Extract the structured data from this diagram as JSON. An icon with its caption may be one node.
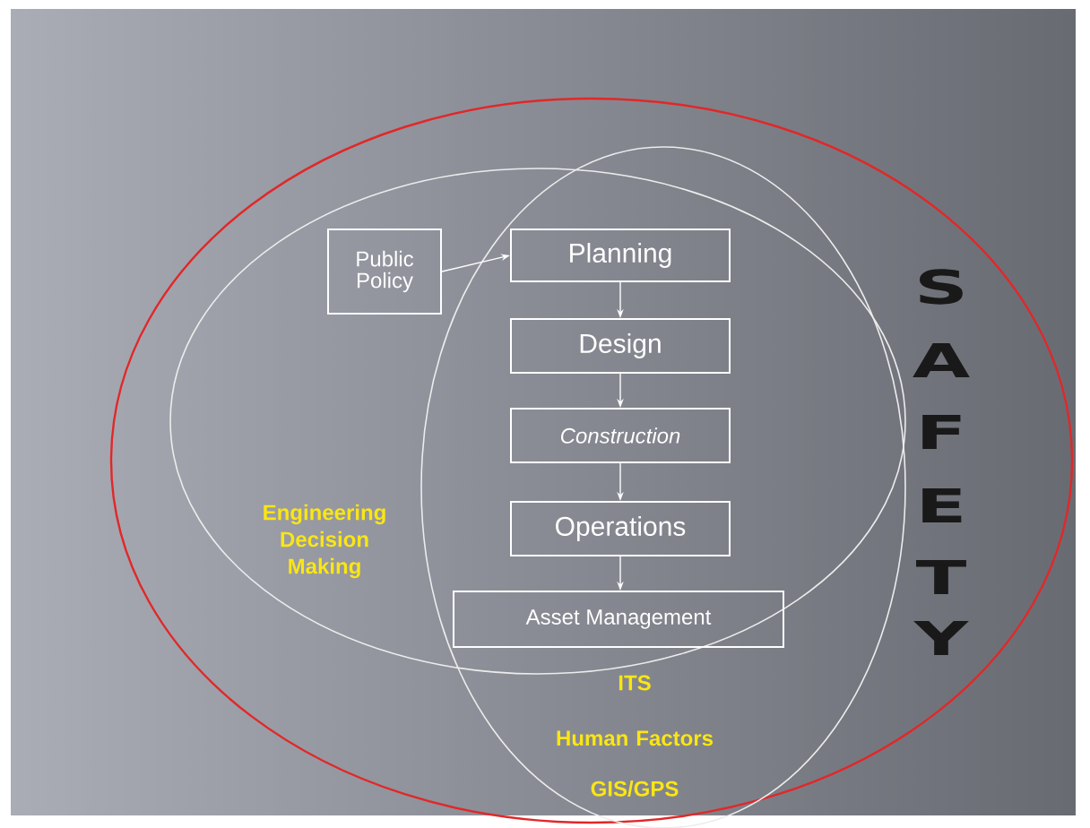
{
  "diagram": {
    "nodes": [
      {
        "text": [
          "Public Policy"
        ]
      },
      {
        "text": [
          "Planning"
        ]
      },
      {
        "text": [
          "Design"
        ]
      },
      {
        "text": [
          "Construction"
        ]
      },
      {
        "text": [
          "Operations"
        ]
      },
      {
        "text": [
          "Asset Management"
        ]
      }
    ],
    "edges": [
      {
        "from": 0,
        "to": 1,
        "arrow": "to"
      },
      {
        "from": 1,
        "to": 2,
        "arrow": "to"
      },
      {
        "from": 2,
        "to": 3,
        "arrow": "to"
      },
      {
        "from": 3,
        "to": 4,
        "arrow": "to"
      },
      {
        "from": 4,
        "to": 5,
        "arrow": "to"
      }
    ],
    "labels": [
      "Engineering Decision Making",
      "ITS",
      "Human Factors",
      "GIS/GPS",
      "S",
      "A",
      "F",
      "E",
      "T",
      "Y"
    ]
  }
}
